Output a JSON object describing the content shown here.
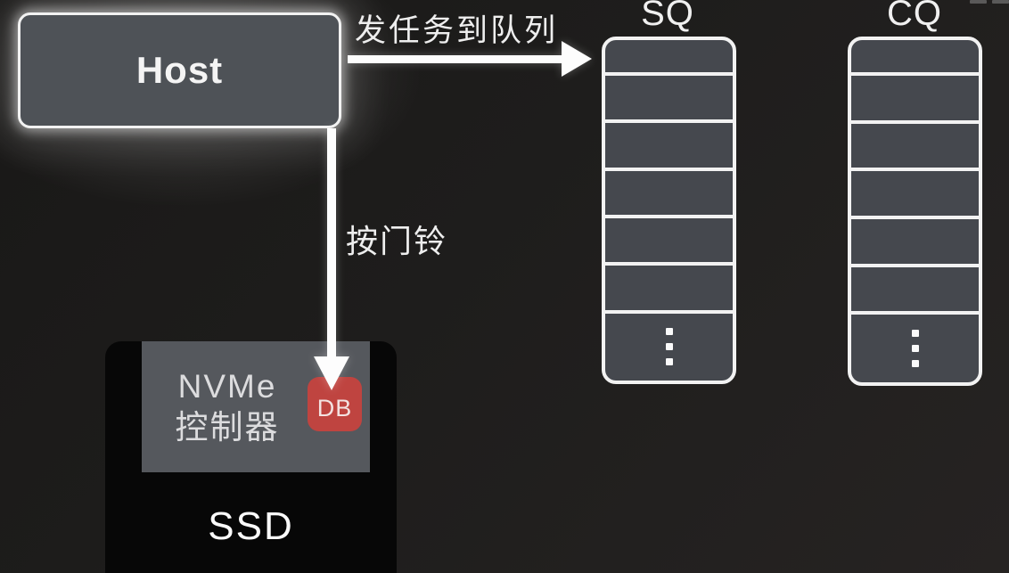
{
  "colors": {
    "background": "#1e1d1c",
    "host_fill": "#4e5257",
    "queue_cell_fill": "#45484e",
    "stroke_white": "#f2f2f2",
    "controller_fill": "#55585d",
    "ssd_fill": "#070707",
    "doorbell_red": "#bf4440"
  },
  "host": {
    "label": "Host"
  },
  "arrows": {
    "send_to_queue": {
      "label": "发任务到队列",
      "direction": "right"
    },
    "ring_doorbell": {
      "label": "按门铃",
      "direction": "down"
    }
  },
  "queues": {
    "items": [
      {
        "id": "sq",
        "label": "SQ",
        "plain_cells": 6,
        "ellipsis_dots": 3
      },
      {
        "id": "cq",
        "label": "CQ",
        "plain_cells": 6,
        "ellipsis_dots": 3
      }
    ]
  },
  "ssd": {
    "label": "SSD",
    "controller": {
      "line1": "NVMe",
      "line2": "控制器"
    },
    "doorbell_badge": "DB"
  }
}
